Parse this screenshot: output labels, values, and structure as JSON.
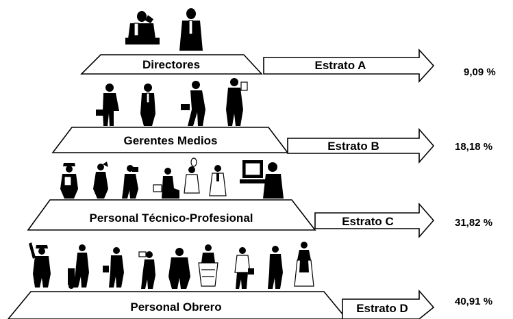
{
  "levels": [
    {
      "name": "Directores",
      "stratum": "Estrato  A",
      "percent": "9,09 %",
      "icons": [
        "director-on-phone-icon",
        "director-reading-icon"
      ]
    },
    {
      "name": "Gerentes  Medios",
      "stratum": "Estrato  B",
      "percent": "18,18 %",
      "icons": [
        "manager-with-briefcase-icon",
        "manager-standing-icon",
        "manager-walking-icon",
        "manager-with-papers-icon"
      ]
    },
    {
      "name": "Personal Técnico-Profesional",
      "stratum": "Estrato  C",
      "percent": "31,82 %",
      "icons": [
        "engineer-hardhat-icon",
        "woman-phone-icon",
        "photographer-icon",
        "technician-seated-icon",
        "scientist-icon",
        "doctor-icon",
        "computer-operator-icon"
      ]
    },
    {
      "name": "Personal  Obrero",
      "stratum": "Estrato  D",
      "percent": "40,91 %",
      "icons": [
        "worker-waving-icon",
        "worker-handtruck-icon",
        "painter-icon",
        "waiter-icon",
        "laborer-icon",
        "trash-collector-icon",
        "mail-carrier-icon",
        "mechanic-icon",
        "maid-icon"
      ]
    }
  ]
}
